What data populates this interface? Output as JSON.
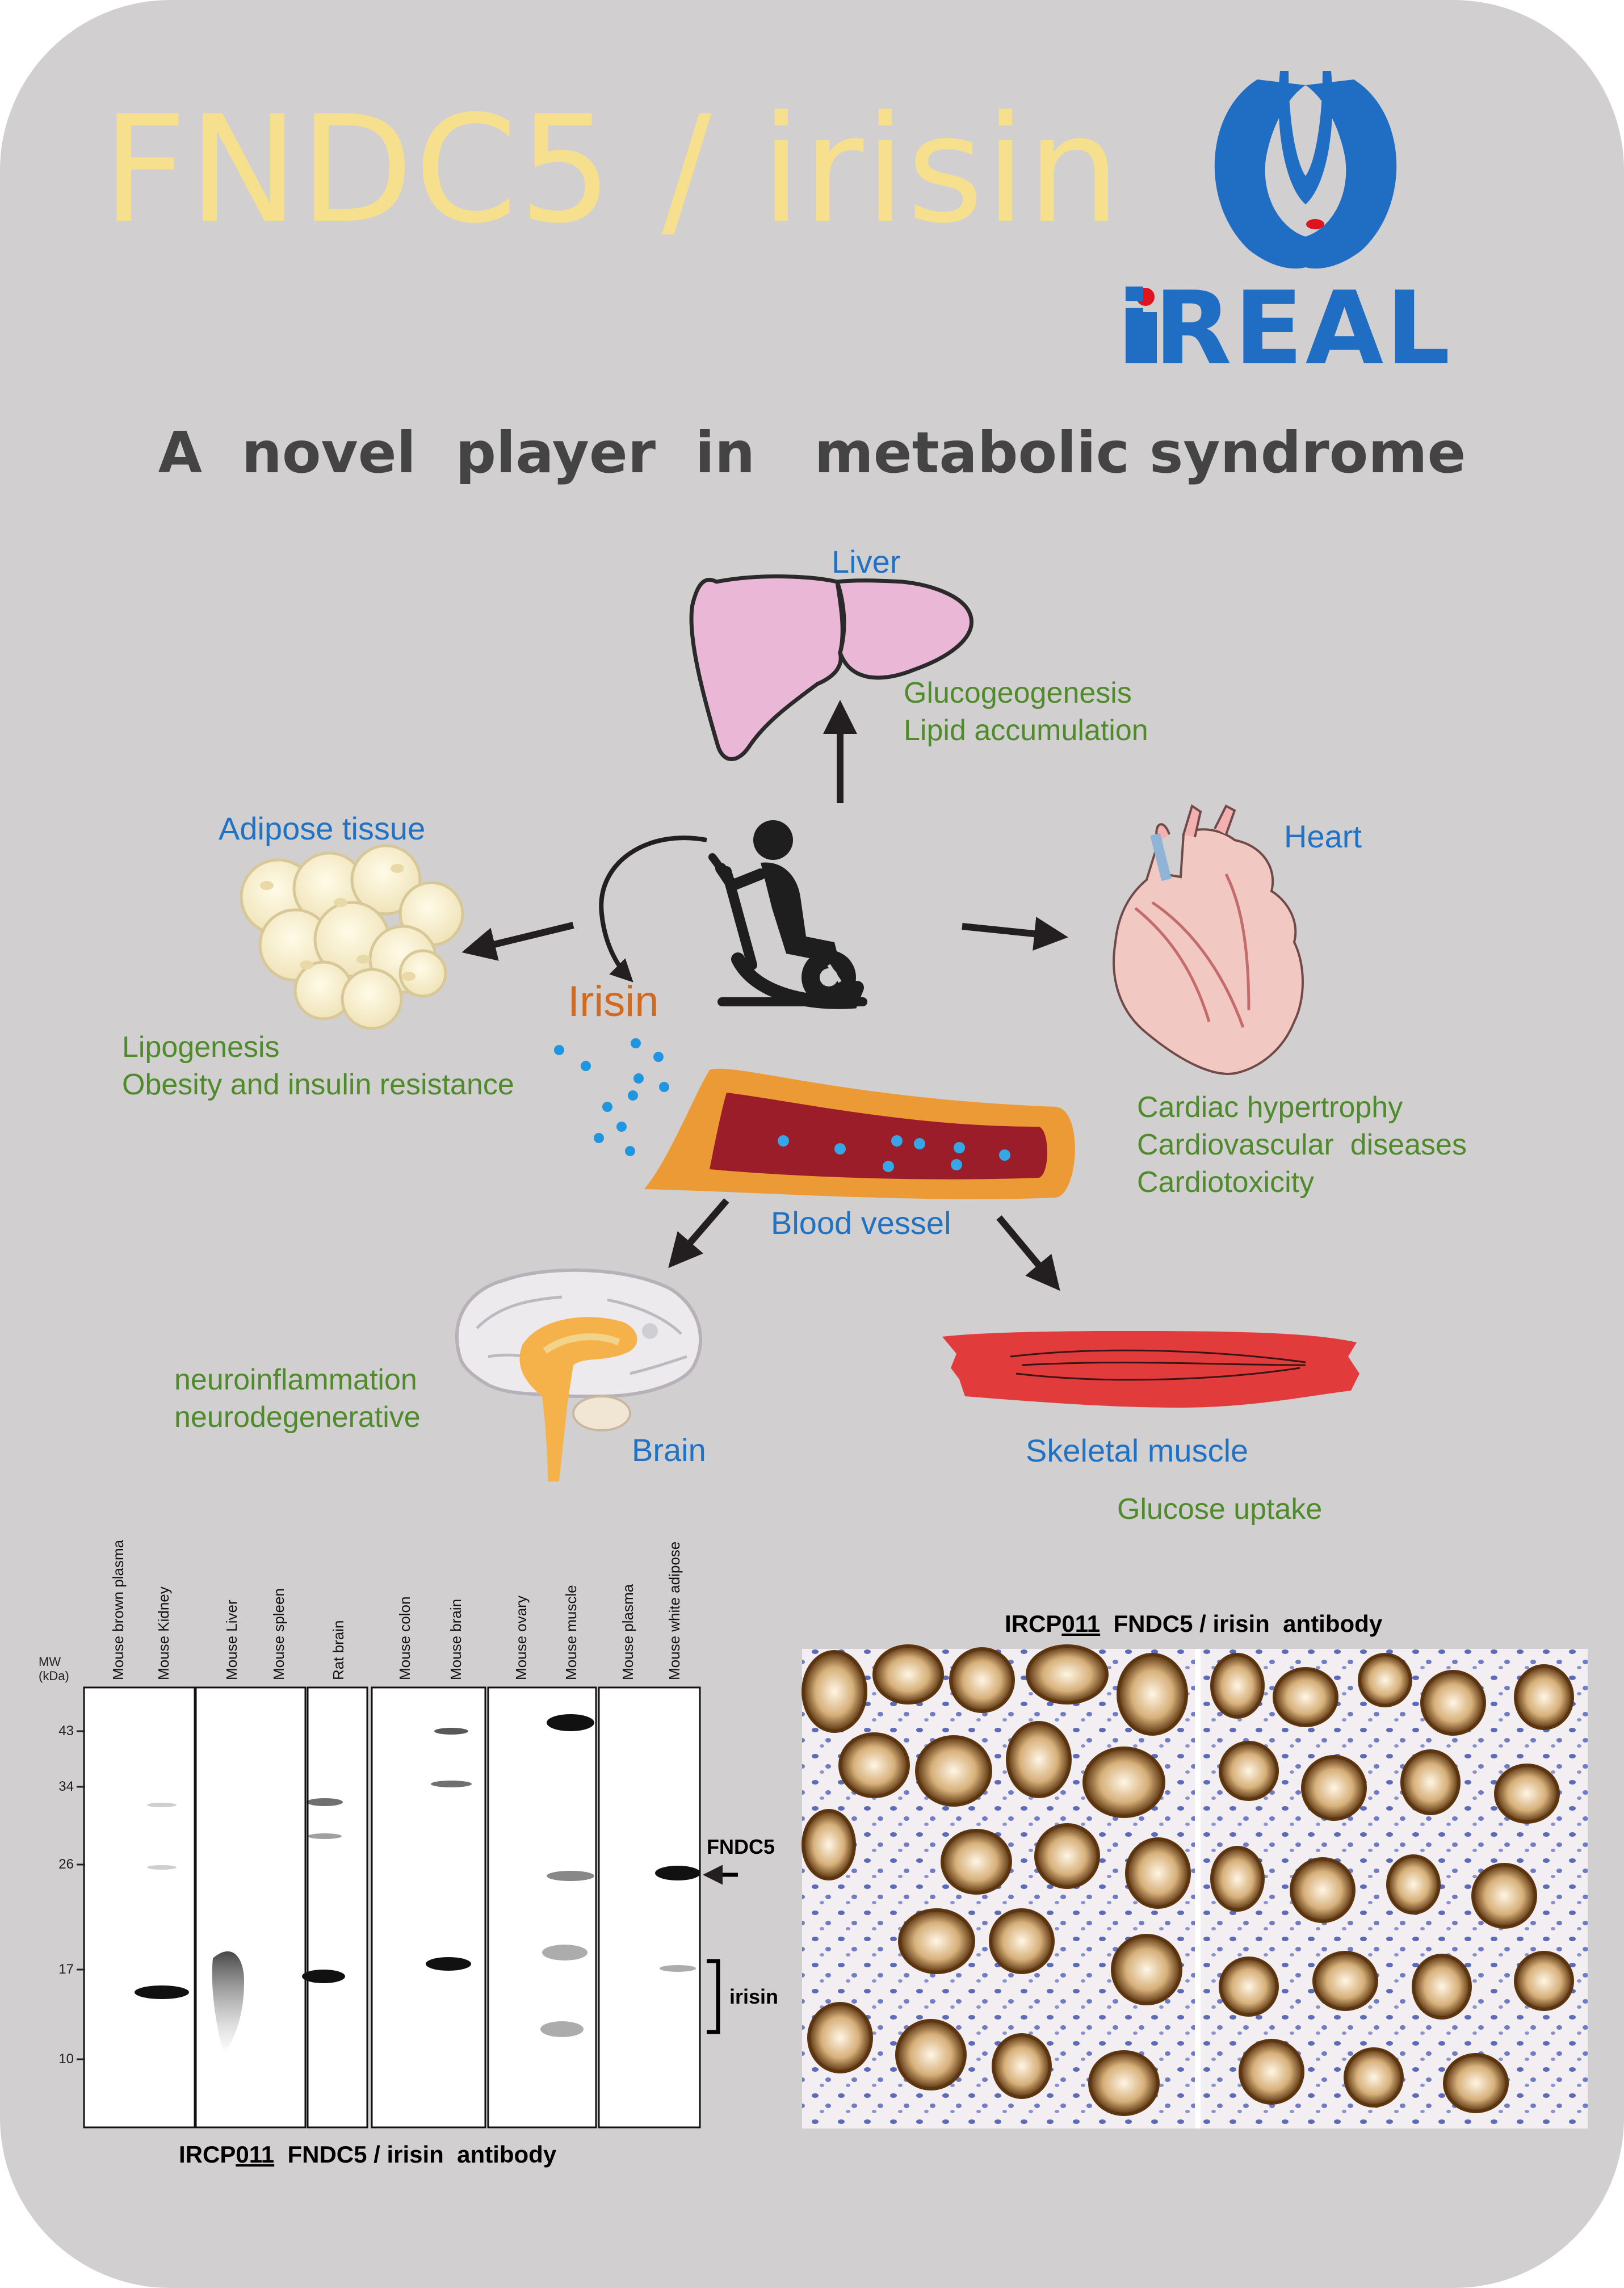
{
  "title": "FNDC5 / irisin",
  "logo": {
    "brand": "iREAL",
    "icon": "rabbit-logo-icon",
    "colors": {
      "blue": "#1f6ec4",
      "red": "#e0141e"
    }
  },
  "subtitle": "A  novel  player  in   metabolic syndrome",
  "colors": {
    "background": "#d1cfd0",
    "title": "#f6e08e",
    "organ_label": "#1f72c4",
    "effect_text": "#4f8a2b",
    "irisin": "#d2691e"
  },
  "diagram": {
    "center": {
      "icon": "exercise-bike-icon",
      "molecule": "Irisin"
    },
    "organs": {
      "liver": {
        "label": "Liver",
        "effects": [
          "Glucogeogenesis",
          "Lipid accumulation"
        ]
      },
      "adipose": {
        "label": "Adipose tissue",
        "effects": [
          "Lipogenesis",
          "Obesity and insulin resistance"
        ]
      },
      "heart": {
        "label": "Heart",
        "effects": [
          "Cardiac hypertrophy",
          "Cardiovascular  diseases",
          "Cardiotoxicity"
        ]
      },
      "blood_vessel": {
        "label": "Blood vessel"
      },
      "brain": {
        "label": "Brain",
        "effects": [
          "neuroinflammation",
          "neurodegenerative"
        ]
      },
      "muscle": {
        "label": "Skeletal muscle",
        "effects": [
          "Glucose uptake"
        ]
      }
    }
  },
  "western_blot": {
    "mw_header": [
      "MW",
      "(kDa)"
    ],
    "mw_markers": [
      "43",
      "34",
      "26",
      "17",
      "10"
    ],
    "lanes": [
      "Mouse brown plasma",
      "Mouse Kidney",
      "Mouse Liver",
      "Mouse spleen",
      "Rat brain",
      "Mouse colon",
      "Mouse brain",
      "Mouse ovary",
      "Mouse muscle",
      "Mouse plasma",
      "Mouse white adipose"
    ],
    "band_labels": {
      "fndc5": "FNDC5",
      "irisin": "irisin"
    },
    "caption": {
      "prefix": "IRCP",
      "number": "011",
      "rest": "  FNDC5 / irisin  antibody"
    }
  },
  "ihc": {
    "caption": {
      "prefix": "IRCP",
      "number": "011",
      "rest": "  FNDC5 / irisin  antibody"
    }
  }
}
